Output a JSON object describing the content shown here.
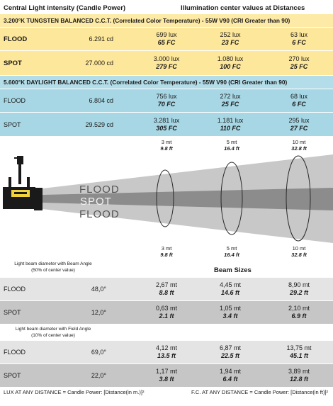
{
  "header": {
    "left": "Central Light intensity (Candle Power)",
    "right": "Illumination center values at Distances"
  },
  "tungsten": {
    "title": "3.200°K TUNGSTEN BALANCED C.C.T. (Correlated Color Temperature) - 55W V90 (CRI Greater than 90)",
    "rows": [
      {
        "label": "FLOOD",
        "cd": "6.291 cd",
        "vals": [
          [
            "699 lux",
            "65 FC"
          ],
          [
            "252 lux",
            "23 FC"
          ],
          [
            "63 lux",
            "6 FC"
          ]
        ]
      },
      {
        "label": "SPOT",
        "cd": "27.000 cd",
        "vals": [
          [
            "3.000 lux",
            "279 FC"
          ],
          [
            "1.080 lux",
            "100 FC"
          ],
          [
            "270 lux",
            "25 FC"
          ]
        ]
      }
    ]
  },
  "daylight": {
    "title": "5.600°K DAYLIGHT BALANCED C.C.T. (Correlated Color Temperature) - 55W V90 (CRI Greater than 90)",
    "rows": [
      {
        "label": "FLOOD",
        "cd": "6.804 cd",
        "vals": [
          [
            "756 lux",
            "70 FC"
          ],
          [
            "272 lux",
            "25 FC"
          ],
          [
            "68 lux",
            "6 FC"
          ]
        ]
      },
      {
        "label": "SPOT",
        "cd": "29.529 cd",
        "vals": [
          [
            "3.281 lux",
            "305 FC"
          ],
          [
            "1.181 lux",
            "110 FC"
          ],
          [
            "295 lux",
            "27 FC"
          ]
        ]
      }
    ]
  },
  "distances_top": [
    [
      "3 mt",
      "9.8 ft"
    ],
    [
      "5 mt",
      "16.4 ft"
    ],
    [
      "10 mt",
      "32.8 ft"
    ]
  ],
  "distances_bottom": [
    [
      "3 mt",
      "9.8 ft"
    ],
    [
      "5 mt",
      "16.4 ft"
    ],
    [
      "10 mt",
      "32.8 ft"
    ]
  ],
  "beam_labels": {
    "flood_top": "FLOOD",
    "spot": "SPOT",
    "flood_bottom": "FLOOD"
  },
  "beam_sizes_title": "Beam Sizes",
  "beam_angle": {
    "caption": "Light beam diameter with Beam Angle",
    "caption_sub": "(50% of center value)",
    "rows": [
      {
        "label": "FLOOD",
        "angle": "48,0°",
        "vals": [
          [
            "2,67 mt",
            "8.8 ft"
          ],
          [
            "4,45 mt",
            "14.6 ft"
          ],
          [
            "8,90 mt",
            "29.2 ft"
          ]
        ]
      },
      {
        "label": "SPOT",
        "angle": "12,0°",
        "vals": [
          [
            "0,63 mt",
            "2.1 ft"
          ],
          [
            "1,05 mt",
            "3.4 ft"
          ],
          [
            "2,10 mt",
            "6.9 ft"
          ]
        ]
      }
    ]
  },
  "field_angle": {
    "caption": "Light beam diameter with Field Angle",
    "caption_sub": "(10% of center value)",
    "rows": [
      {
        "label": "FLOOD",
        "angle": "69,0°",
        "vals": [
          [
            "4,12 mt",
            "13.5 ft"
          ],
          [
            "6,87 mt",
            "22.5 ft"
          ],
          [
            "13,75 mt",
            "45.1 ft"
          ]
        ]
      },
      {
        "label": "SPOT",
        "angle": "22,0°",
        "vals": [
          [
            "1,17 mt",
            "3.8 ft"
          ],
          [
            "1,94 mt",
            "6.4 ft"
          ],
          [
            "3,89 mt",
            "12.8 ft"
          ]
        ]
      }
    ]
  },
  "footer": {
    "left": "LUX AT ANY DISTANCE = Candle Power: [Distance(in m.)]²",
    "right": "F.C. AT ANY DISTANCE = Candle Power: [Distance(in ft)]²"
  },
  "colors": {
    "tungsten": "#fde79a",
    "daylight": "#a7d7e4",
    "grey_light": "#e4e4e4",
    "grey_dark": "#c6c6c6",
    "beam_outer": "#c8c8c8",
    "beam_inner": "#8a8a8a"
  }
}
